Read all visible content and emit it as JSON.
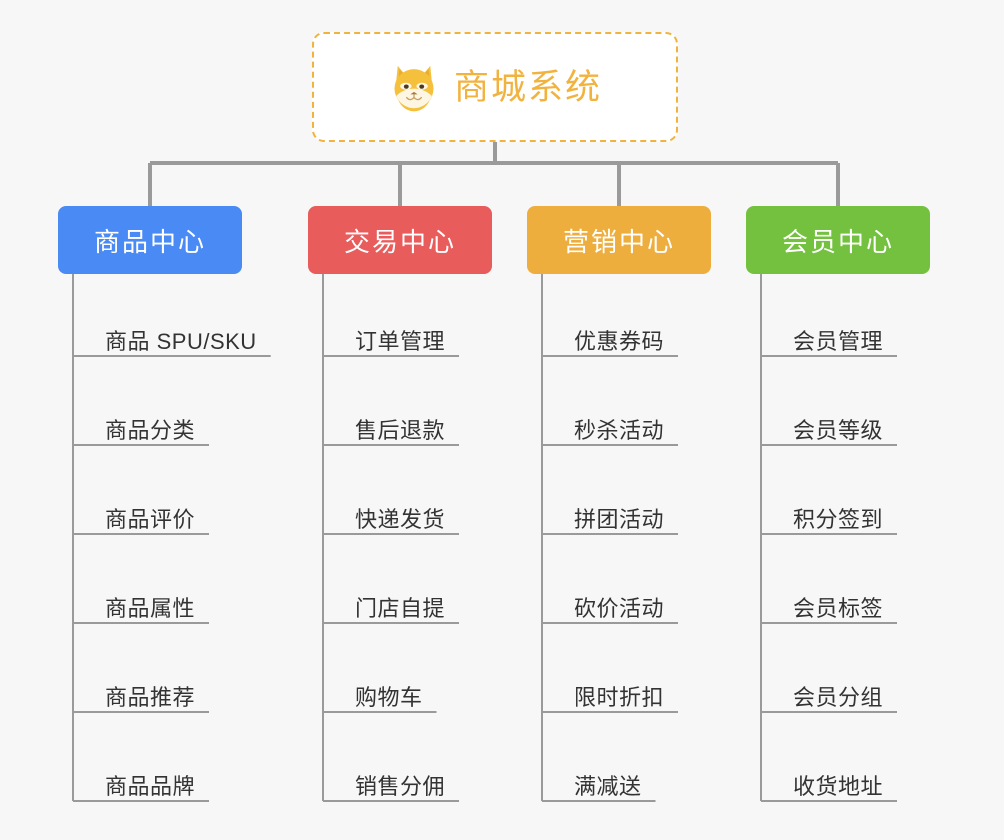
{
  "root": {
    "title": "商城系统",
    "icon": "shiba-dog-icon",
    "accent_color": "#f2b23e",
    "border_color": "#f0b33d",
    "background": "#ffffff"
  },
  "canvas": {
    "background": "#f7f7f7",
    "connector_color": "#9a9a9a",
    "leaf_line_color": "#9a9a9a"
  },
  "branches": [
    {
      "label": "商品中心",
      "color": "#4a8af4",
      "items": [
        "商品 SPU/SKU",
        "商品分类",
        "商品评价",
        "商品属性",
        "商品推荐",
        "商品品牌"
      ]
    },
    {
      "label": "交易中心",
      "color": "#e85c5c",
      "items": [
        "订单管理",
        "售后退款",
        "快递发货",
        "门店自提",
        "购物车",
        "销售分佣"
      ]
    },
    {
      "label": "营销中心",
      "color": "#eeae3e",
      "items": [
        "优惠券码",
        "秒杀活动",
        "拼团活动",
        "砍价活动",
        "限时折扣",
        "满减送"
      ]
    },
    {
      "label": "会员中心",
      "color": "#73c13e",
      "items": [
        "会员管理",
        "会员等级",
        "积分签到",
        "会员标签",
        "会员分组",
        "收货地址"
      ]
    }
  ]
}
